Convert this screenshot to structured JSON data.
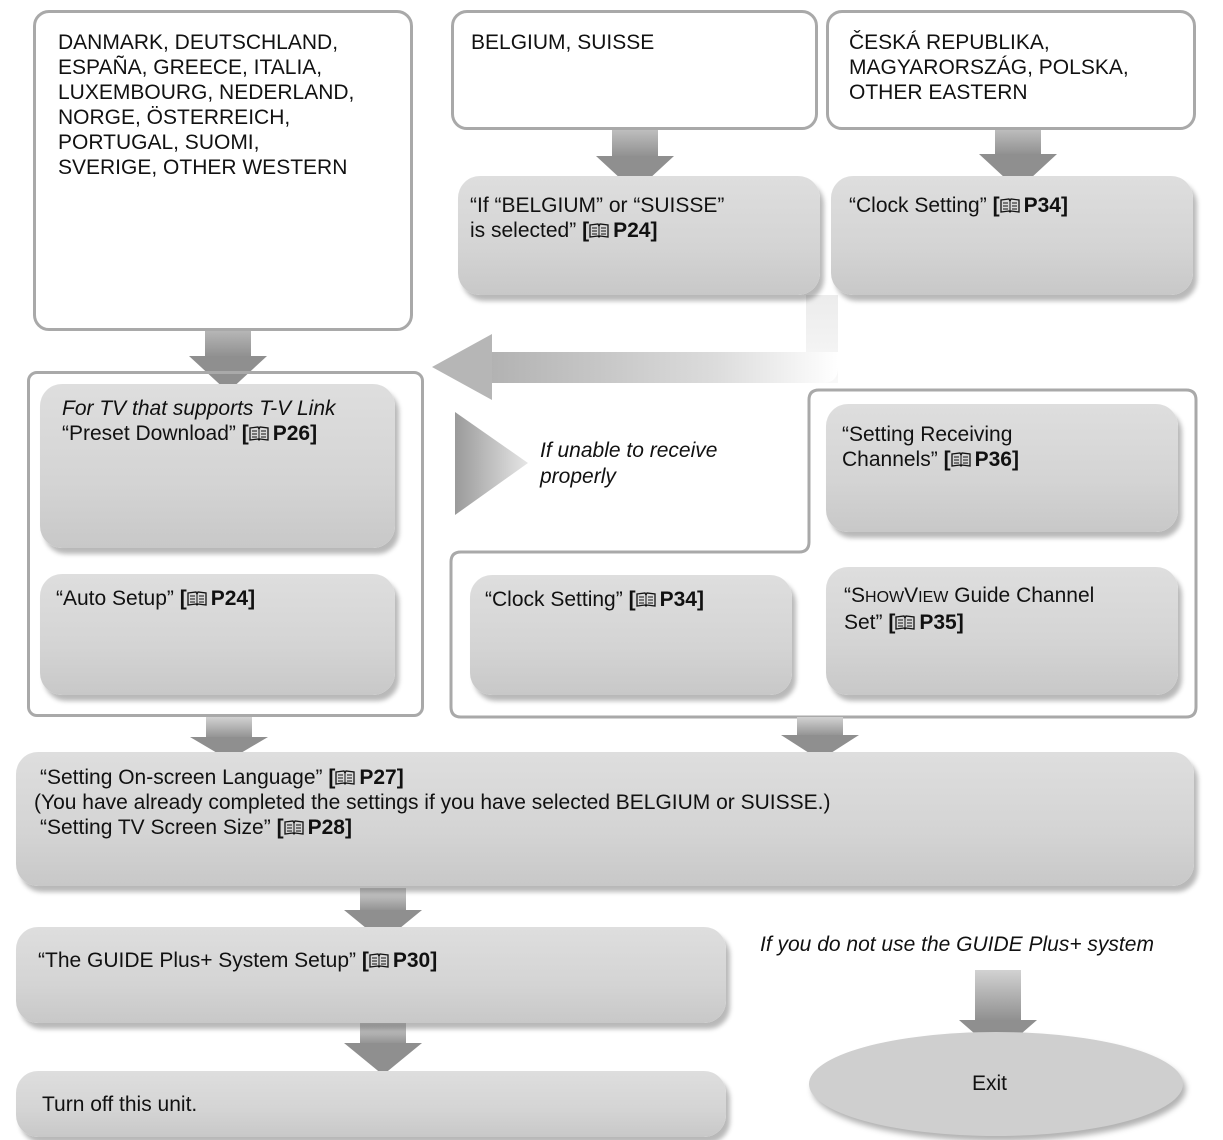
{
  "regions": {
    "western": "DANMARK, DEUTSCHLAND, ESPAÑA, GREECE, ITALIA, LUXEMBOURG, NEDERLAND, NORGE, ÖSTERREICH, PORTUGAL, SUOMI, SVERIGE, OTHER WESTERN",
    "western_lines": [
      "DANMARK, DEUTSCHLAND,",
      "ESPAÑA, GREECE, ITALIA,",
      "LUXEMBOURG, NEDERLAND,",
      "NORGE, ÖSTERREICH,",
      "PORTUGAL, SUOMI,",
      "SVERIGE, OTHER WESTERN"
    ],
    "belgium_suisse": "BELGIUM, SUISSE",
    "eastern_lines": [
      "ČESKÁ REPUBLIKA,",
      "MAGYARORSZÁG, POLSKA,",
      "OTHER EASTERN"
    ]
  },
  "steps": {
    "if_belgium_line1": "“If “BELGIUM” or “SUISSE”",
    "if_belgium_line2": "is selected”",
    "if_belgium_ref": "P24",
    "clock_top": "“Clock Setting”",
    "clock_top_ref": "P34",
    "tv_link_note": "For TV that supports T-V Link",
    "preset_download": "“Preset Download”",
    "preset_download_ref": "P26",
    "unable_line1": "If unable to receive",
    "unable_line2": "properly",
    "receiving_line1": "“Setting Receiving",
    "receiving_line2": "Channels”",
    "receiving_ref": "P36",
    "auto_setup": "“Auto Setup”",
    "auto_setup_ref": "P24",
    "clock_bottom": "“Clock Setting”",
    "clock_bottom_ref": "P34",
    "showview_q": "“",
    "showview_s": "S",
    "showview_how": "HOW",
    "showview_v": "V",
    "showview_iew": "IEW",
    "showview_rest": " Guide Channel",
    "showview_line2": "Set”",
    "showview_ref": "P35",
    "language": "“Setting On-screen Language”",
    "language_ref": "P27",
    "language_note": "(You have already completed the settings if you have selected BELGIUM or SUISSE.)",
    "screen_size": "“Setting TV Screen Size”",
    "screen_size_ref": "P28",
    "guide_plus": "“The GUIDE Plus+ System Setup”",
    "guide_plus_ref": "P30",
    "no_guide_note": "If you do not use the GUIDE Plus+ system",
    "turn_off": "Turn off this unit.",
    "exit": "Exit"
  }
}
